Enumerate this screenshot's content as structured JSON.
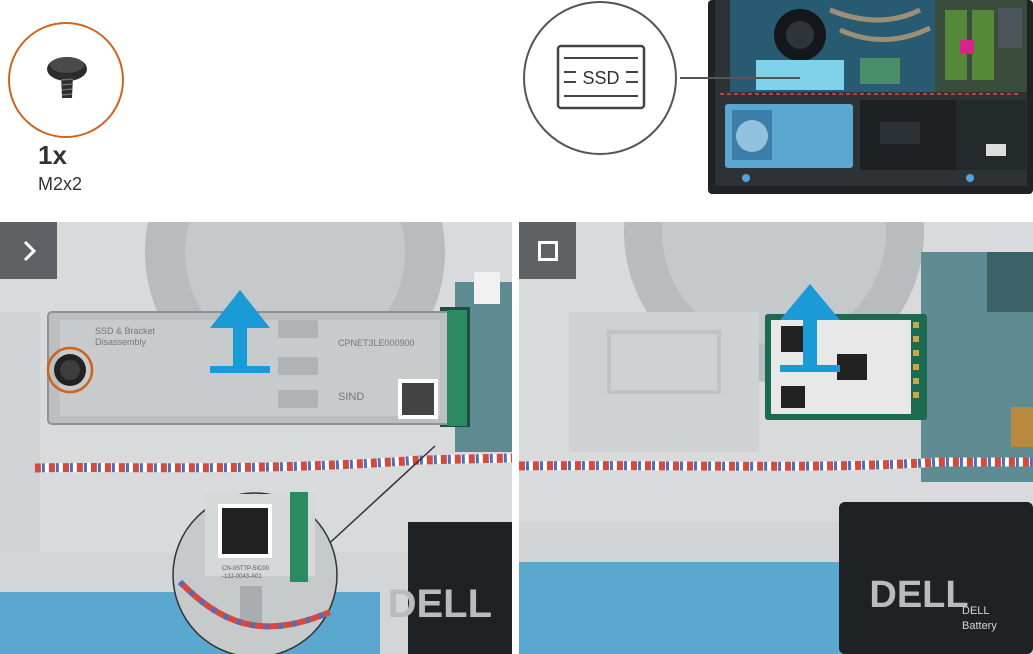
{
  "screw": {
    "quantity": "1x",
    "size": "M2x2"
  },
  "ssd_locator": {
    "label": "SSD"
  },
  "steps": [
    {
      "icon": "chevron-right-icon"
    },
    {
      "icon": "square-stop-icon"
    }
  ],
  "shield_markings": {
    "line1": "SSD & Bracket",
    "line2": "Disassembly",
    "text_a": "CPNET3LE000900",
    "text_b": "SIND"
  },
  "label_zoom": {
    "line1": "CN-0ST7P-5IC00",
    "line2": "-13J-0043-A01"
  },
  "brand": "DELL",
  "battery_text": {
    "line1": "DELL",
    "line2": "Battery"
  },
  "colors": {
    "callout_orange": "#d0631d",
    "arrow_blue": "#1a9ad6",
    "step_badge": "#5f6265",
    "pcb_green": "#1a6b4f"
  }
}
